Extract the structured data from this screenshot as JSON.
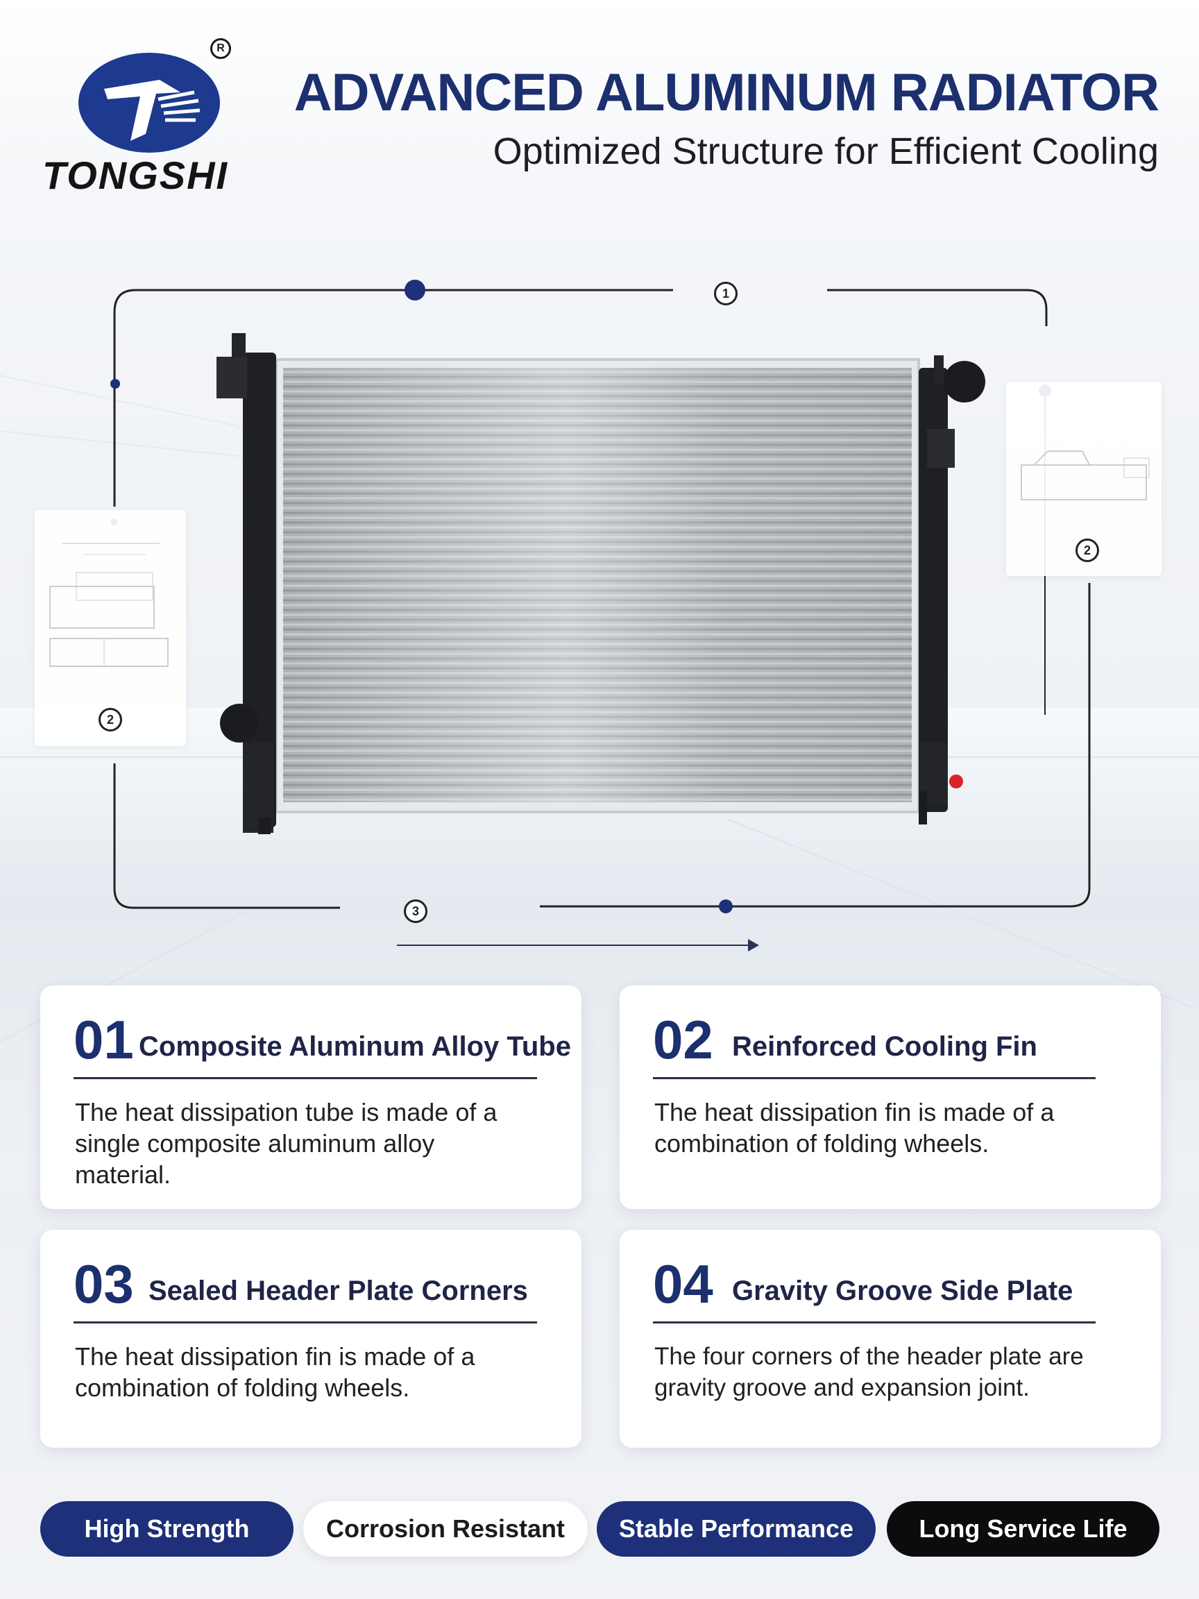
{
  "brand": {
    "name": "TONGSHI",
    "registered_mark": "R",
    "logo_color": "#1d3a8f"
  },
  "header": {
    "title": "ADVANCED ALUMINUM RADIATOR",
    "subtitle": "Optimized Structure for Efficient Cooling"
  },
  "diagram": {
    "callouts": [
      "1",
      "2",
      "2",
      "3"
    ]
  },
  "features": [
    {
      "number": "01",
      "title": "Composite Aluminum Alloy Tube",
      "description": "The heat dissipation tube is made of a single composite aluminum alloy material."
    },
    {
      "number": "02",
      "title": "Reinforced Cooling Fin",
      "description": "The heat dissipation fin is made of a combination of folding wheels."
    },
    {
      "number": "03",
      "title": "Sealed Header Plate Corners",
      "description": "The heat dissipation fin is made of a combination of folding wheels."
    },
    {
      "number": "04",
      "title": "Gravity Groove Side Plate",
      "description": "The four corners of the header plate are gravity groove and expansion joint."
    }
  ],
  "badges": [
    {
      "label": "High Strength",
      "style": "navy"
    },
    {
      "label": "Corrosion Resistant",
      "style": "white"
    },
    {
      "label": "Stable Performance",
      "style": "navy"
    },
    {
      "label": "Long Service Life",
      "style": "black"
    }
  ],
  "colors": {
    "navy": "#1d3079",
    "title_navy": "#1c2f6e",
    "black": "#0c0c0e"
  }
}
